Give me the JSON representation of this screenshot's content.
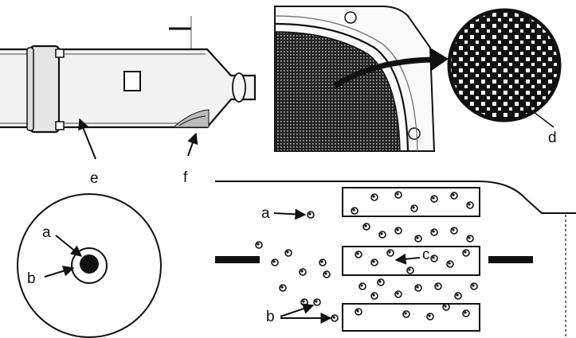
{
  "labels": {
    "a_top": "a",
    "b_top": "b",
    "c": "c",
    "d": "d",
    "e": "e",
    "f": "f",
    "a_bottom": "a",
    "b_bottom": "b"
  },
  "colors": {
    "ink": "#111111",
    "paper": "#ffffff",
    "mesh": "#333333"
  }
}
